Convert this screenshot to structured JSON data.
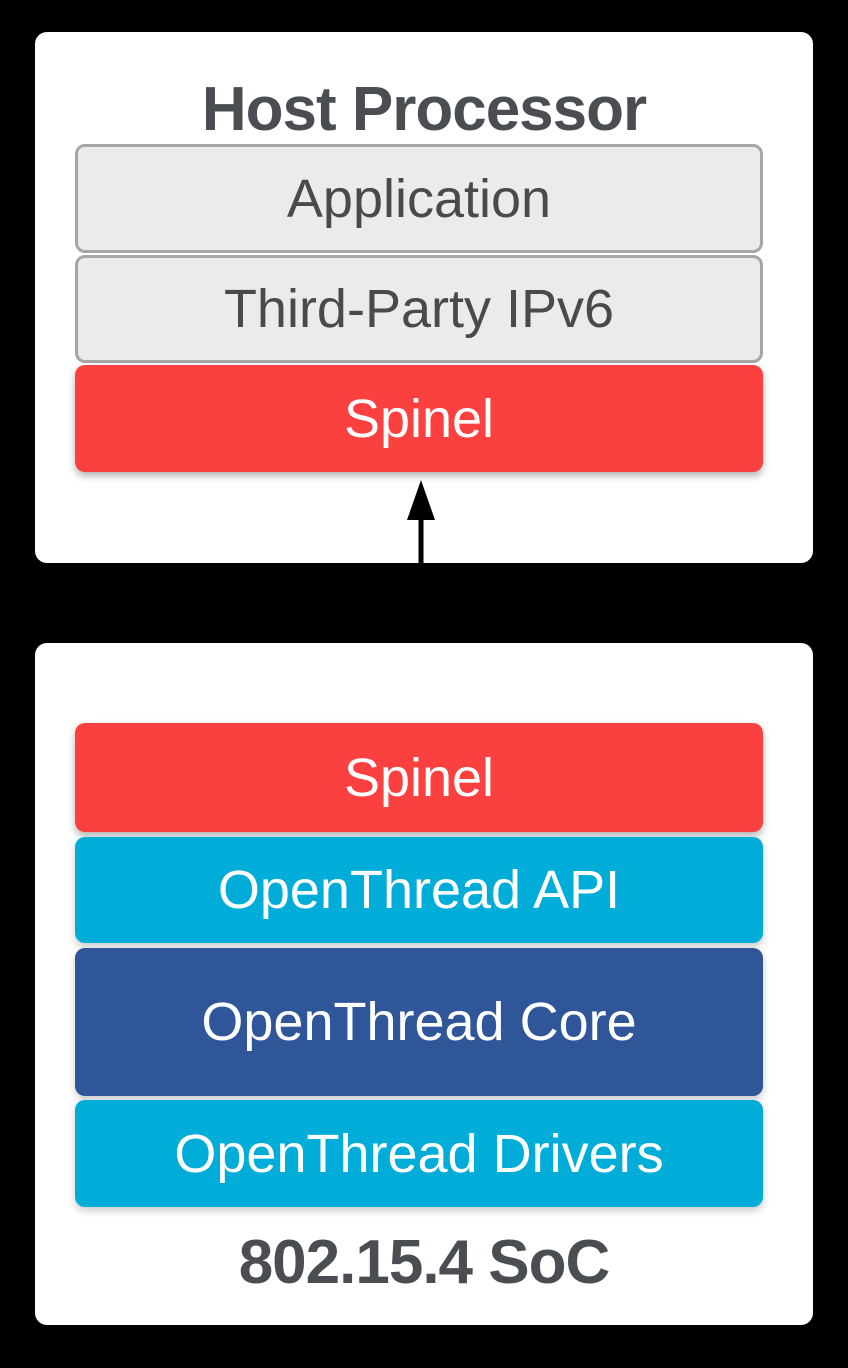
{
  "colors": {
    "background": "#000000",
    "card_bg": "#ffffff",
    "title_text": "#4a4d52",
    "gray_fill": "#ebebeb",
    "gray_border": "#a6a6a6",
    "gray_text": "#4a4a4a",
    "red": "#fb4040",
    "cyan": "#00acd8",
    "dark_blue": "#2f5699",
    "white_text": "#ffffff",
    "arrow": "#000000"
  },
  "host_card": {
    "title": "Host Processor",
    "layers": [
      {
        "label": "Application",
        "style": "gray"
      },
      {
        "label": "Third-Party IPv6",
        "style": "gray"
      },
      {
        "label": "Spinel",
        "style": "red"
      }
    ]
  },
  "soc_card": {
    "title": "802.15.4 SoC",
    "layers": [
      {
        "label": "Spinel",
        "style": "red"
      },
      {
        "label": "OpenThread API",
        "style": "cyan"
      },
      {
        "label": "OpenThread Core",
        "style": "blue"
      },
      {
        "label": "OpenThread Drivers",
        "style": "cyan"
      }
    ]
  },
  "connector": {
    "icon": "double-headed-vertical-arrow",
    "meaning": "Spinel link between Host Processor and 802.15.4 SoC"
  }
}
